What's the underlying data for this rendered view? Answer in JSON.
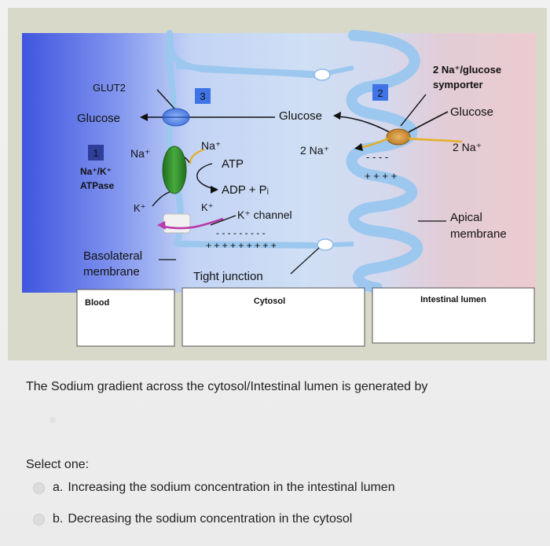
{
  "diagram": {
    "labels": {
      "glut2": "GLUT2",
      "glucose_left": "Glucose",
      "glucose_mid": "Glucose",
      "glucose_right": "Glucose",
      "symporter_line1": "2 Na⁺/glucose",
      "symporter_line2": "symporter",
      "box_3": "3",
      "box_2": "2",
      "box_1": "1",
      "na_left": "Na⁺",
      "na_pump": "Na⁺",
      "na_2_mid": "2 Na⁺",
      "na_2_right": "2 Na⁺",
      "nak_line1": "Na⁺/K⁺",
      "nak_line2": "ATPase",
      "atp": "ATP",
      "adp": "ADP + Pᵢ",
      "k_left": "K⁺",
      "k_right": "K⁺",
      "k_channel": "K⁺ channel",
      "apical_line1": "Apical",
      "apical_line2": "membrane",
      "minus_signs_right": "- - - -",
      "plus_signs_right": "+ + + +",
      "plus_signs_bottom": "+ + + + + + + + +",
      "minus_signs_bottom": "- - - - - - - - -",
      "basolateral_line1": "Basolateral",
      "basolateral_line2": "membrane",
      "tight_junction": "Tight junction",
      "blood": "Blood",
      "cytosol": "Cytosol",
      "intestinal_lumen": "Intestinal lumen"
    }
  },
  "question": {
    "text": "The  Sodium gradient across the cytosol/Intestinal lumen is generated by"
  },
  "select_prompt": "Select one:",
  "options": [
    {
      "letter": "a.",
      "text": "Increasing the sodium concentration in the intestinal lumen"
    },
    {
      "letter": "b.",
      "text": "Decreasing the sodium concentration in the cytosol"
    }
  ],
  "colors": {
    "blood_side": "#4a5ee0",
    "cytosol": "#cfe0f5",
    "lumen_side": "#e8c9cf",
    "membrane": "#9cc7ef",
    "nak_pump": "#2f8d2a",
    "glut2": "#4d7be0",
    "symporter": "#c98a28",
    "k_channel": "#b83aa8"
  }
}
